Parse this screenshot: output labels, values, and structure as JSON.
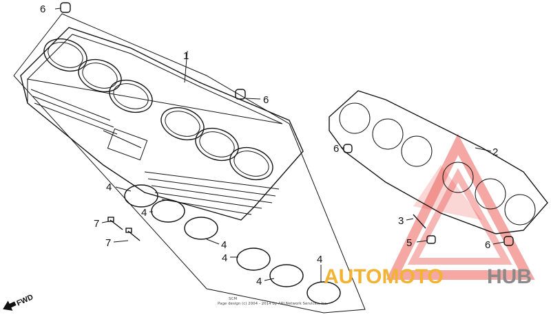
{
  "callouts": {
    "c1": "1",
    "c2": "2",
    "c3": "3",
    "c4a": "4",
    "c4b": "4",
    "c4c": "4",
    "c4d": "4",
    "c4e": "4",
    "c4f": "4",
    "c5": "5",
    "c6a": "6",
    "c6b": "6",
    "c6c": "6",
    "c6d": "6",
    "c7a": "7",
    "c7b": "7"
  },
  "fwd_label": "FWD",
  "copyright_code": "SCM",
  "copyright": "Page design (c) 2004 - 2014 by ARI Network Services, Inc.",
  "watermark": {
    "word_a": "AUTOMOTO",
    "word_b": "HUB",
    "color_a": "#f2b233",
    "color_b": "#8a8a8a",
    "triangle_color": "#e8413b"
  }
}
